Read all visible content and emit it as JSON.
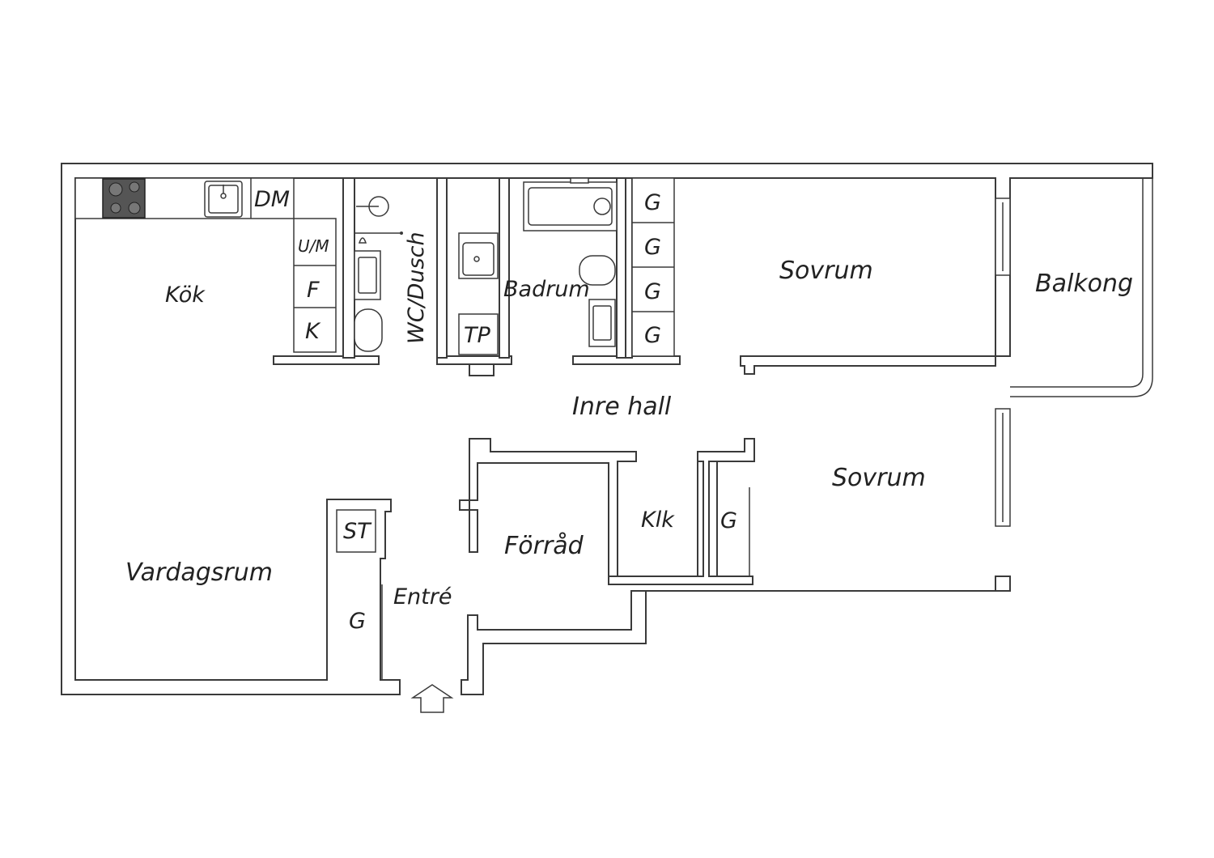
{
  "rooms": {
    "kok": "Kök",
    "vardagsrum": "Vardagsrum",
    "wc_dusch": "WC/Dusch",
    "badrum": "Badrum",
    "sovrum_1": "Sovrum",
    "sovrum_2": "Sovrum",
    "balkong": "Balkong",
    "inre_hall": "Inre hall",
    "entre": "Entré",
    "forrad": "Förråd",
    "klk": "Klk"
  },
  "fixtures": {
    "dishwasher": "DM",
    "oven_microwave": "U/M",
    "freezer": "F",
    "fridge": "K",
    "laundry": "TP",
    "drying_cabinet": "ST",
    "wardrobe": "G"
  }
}
